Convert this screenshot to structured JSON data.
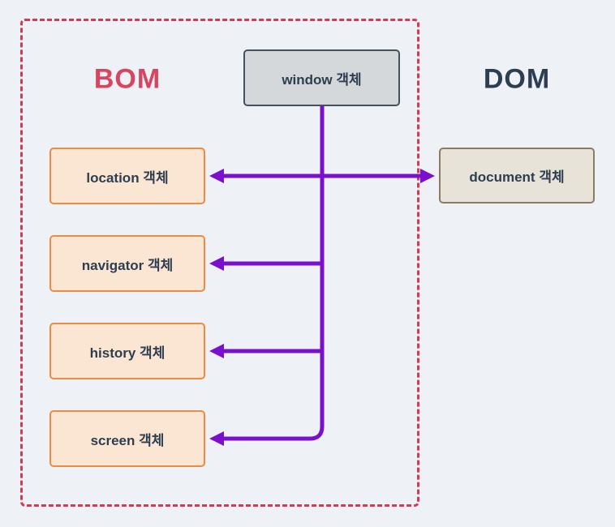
{
  "groups": {
    "bom": {
      "label": "BOM"
    },
    "dom": {
      "label": "DOM"
    }
  },
  "nodes": {
    "window": {
      "label": "window 객체"
    },
    "location": {
      "label": "location 객체"
    },
    "navigator": {
      "label": "navigator 객체"
    },
    "history": {
      "label": "history 객체"
    },
    "screen": {
      "label": "screen 객체"
    },
    "document": {
      "label": "document 객체"
    }
  },
  "colors": {
    "bg": "#eef2f6",
    "bom-accent": "#d64561",
    "dom-accent": "#2d3e50",
    "dashed": "#d23b55",
    "connector": "#7a10cc",
    "window-fill": "#d5d8db",
    "window-border": "#45525e",
    "bom-node-fill": "#fbe5d3",
    "bom-node-border": "#ec8b43",
    "dom-node-fill": "#e7e3d9",
    "dom-node-border": "#8a7c60",
    "node-text": "#2d3e50"
  }
}
